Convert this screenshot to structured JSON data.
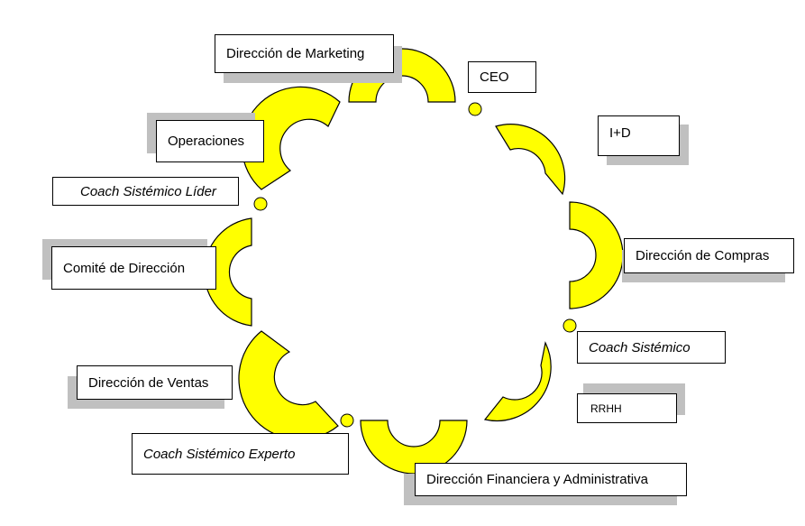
{
  "nodes": {
    "marketing": {
      "label": "Dirección de Marketing",
      "shadow": true
    },
    "ceo": {
      "label": "CEO",
      "shadow": false
    },
    "id": {
      "label": "I+D",
      "shadow": true
    },
    "operaciones": {
      "label": "Operaciones",
      "shadow": true
    },
    "coach_lider": {
      "label": "Coach Sistémico Líder",
      "shadow": false
    },
    "comite": {
      "label": "Comité de Dirección",
      "shadow": true
    },
    "compras": {
      "label": "Dirección de Compras",
      "shadow": true
    },
    "coach": {
      "label": "Coach Sistémico",
      "shadow": false
    },
    "ventas": {
      "label": "Dirección de Ventas",
      "shadow": true
    },
    "rrhh": {
      "label": "RRHH",
      "shadow": true
    },
    "coach_experto": {
      "label": "Coach Sistémico Experto",
      "shadow": false
    },
    "financiera": {
      "label": "Dirección Financiera y Administrativa",
      "shadow": true
    }
  },
  "colors": {
    "arc_fill": "#ffff00",
    "arc_stroke": "#000000",
    "shadow": "#c0c0c0"
  }
}
